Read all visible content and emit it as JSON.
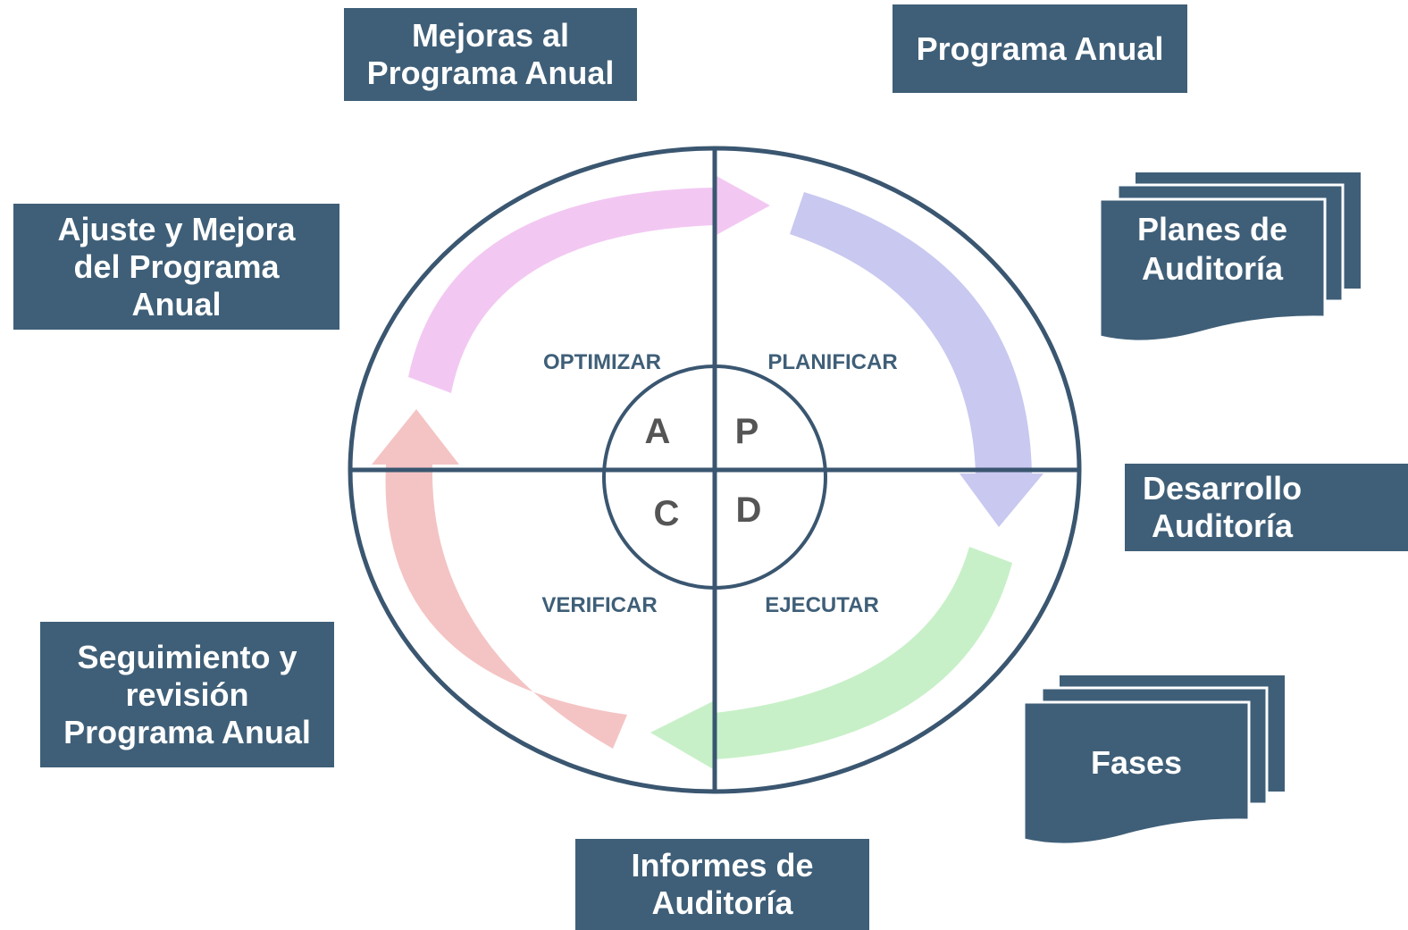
{
  "colors": {
    "box_fill": "#3f5f78",
    "outline": "#3a5670",
    "arrow_optimizar": "#f2c8f2",
    "arrow_planificar": "#c8c8f0",
    "arrow_ejecutar": "#c8f0c8",
    "arrow_verificar": "#f4c4c4"
  },
  "boxes": {
    "mejoras": "Mejoras al\nPrograma Anual",
    "programa_anual": "Programa Anual",
    "ajuste": "Ajuste y Mejora\ndel Programa\nAnual",
    "planes": "Planes de\nAuditoría",
    "desarrollo": "Desarrollo\nAuditoría",
    "seguimiento": "Seguimiento y\nrevisión\nPrograma Anual",
    "fases": "Fases",
    "informes": "Informes de\nAuditoría"
  },
  "quadrants": {
    "optimizar": "OPTIMIZAR",
    "planificar": "PLANIFICAR",
    "verificar": "VERIFICAR",
    "ejecutar": "EJECUTAR"
  },
  "letters": {
    "a": "A",
    "p": "P",
    "c": "C",
    "d": "D"
  }
}
